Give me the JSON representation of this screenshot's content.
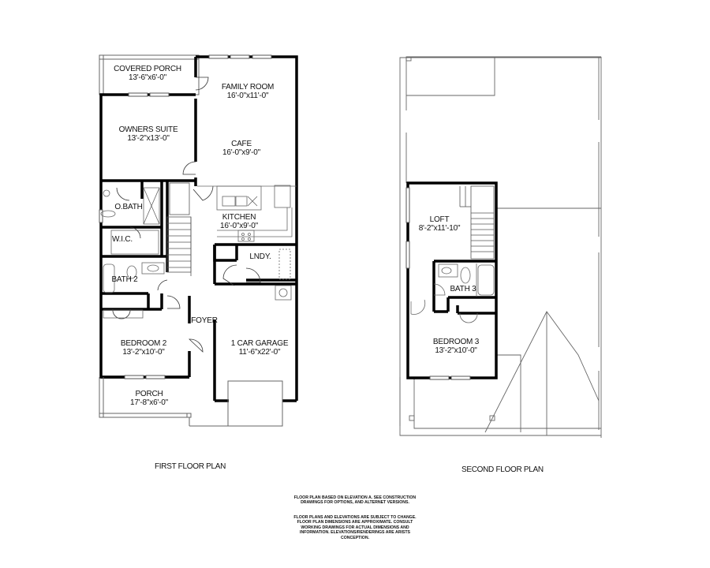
{
  "first_floor": {
    "title": "FIRST FLOOR PLAN",
    "rooms": [
      {
        "name": "COVERED PORCH",
        "dim": "13'-6\"x6'-0\""
      },
      {
        "name": "FAMILY ROOM",
        "dim": "16'-0\"x11'-0\""
      },
      {
        "name": "OWNERS SUITE",
        "dim": "13'-2\"x13'-0\""
      },
      {
        "name": "CAFE",
        "dim": "16'-0\"x9'-0\""
      },
      {
        "name": "O.BATH",
        "dim": ""
      },
      {
        "name": "KITCHEN",
        "dim": "16'-0\"x9'-0\""
      },
      {
        "name": "W.I.C.",
        "dim": ""
      },
      {
        "name": "LNDY.",
        "dim": ""
      },
      {
        "name": "BATH 2",
        "dim": ""
      },
      {
        "name": "FOYER",
        "dim": ""
      },
      {
        "name": "BEDROOM 2",
        "dim": "13'-2\"x10'-0\""
      },
      {
        "name": "1 CAR GARAGE",
        "dim": "11'-6\"x22'-0\""
      },
      {
        "name": "PORCH",
        "dim": "17'-8\"x6'-0\""
      }
    ]
  },
  "second_floor": {
    "title": "SECOND FLOOR PLAN",
    "rooms": [
      {
        "name": "LOFT",
        "dim": "8'-2\"x11'-10\""
      },
      {
        "name": "BATH 3",
        "dim": ""
      },
      {
        "name": "BEDROOM 3",
        "dim": "13'-2\"x10'-0\""
      }
    ]
  },
  "notes": {
    "note1": [
      "FLOOR PLAN BASED ON ELEVATION A. SEE CONSTRUCTION",
      "DRAWINGS FOR OPTIONS, AND ALTERNET VERSIONS."
    ],
    "note2": [
      "FLOOR PLANS AND ELEVATIONS ARE SUBJECT TO CHANGE.",
      "FLOOR PLAN DIMENSIONS ARE APPROXIMATE. CONSULT",
      "WORKING DRAWINGS FOR ACTUAL DIMENSIONS AND",
      "INFORMATION. ELEVATIONS/RENDERINGS ARE ARISTS",
      "CONCEPTION."
    ]
  },
  "colors": {
    "wall": "#000000",
    "thin_line": "#555555",
    "background": "#ffffff"
  }
}
